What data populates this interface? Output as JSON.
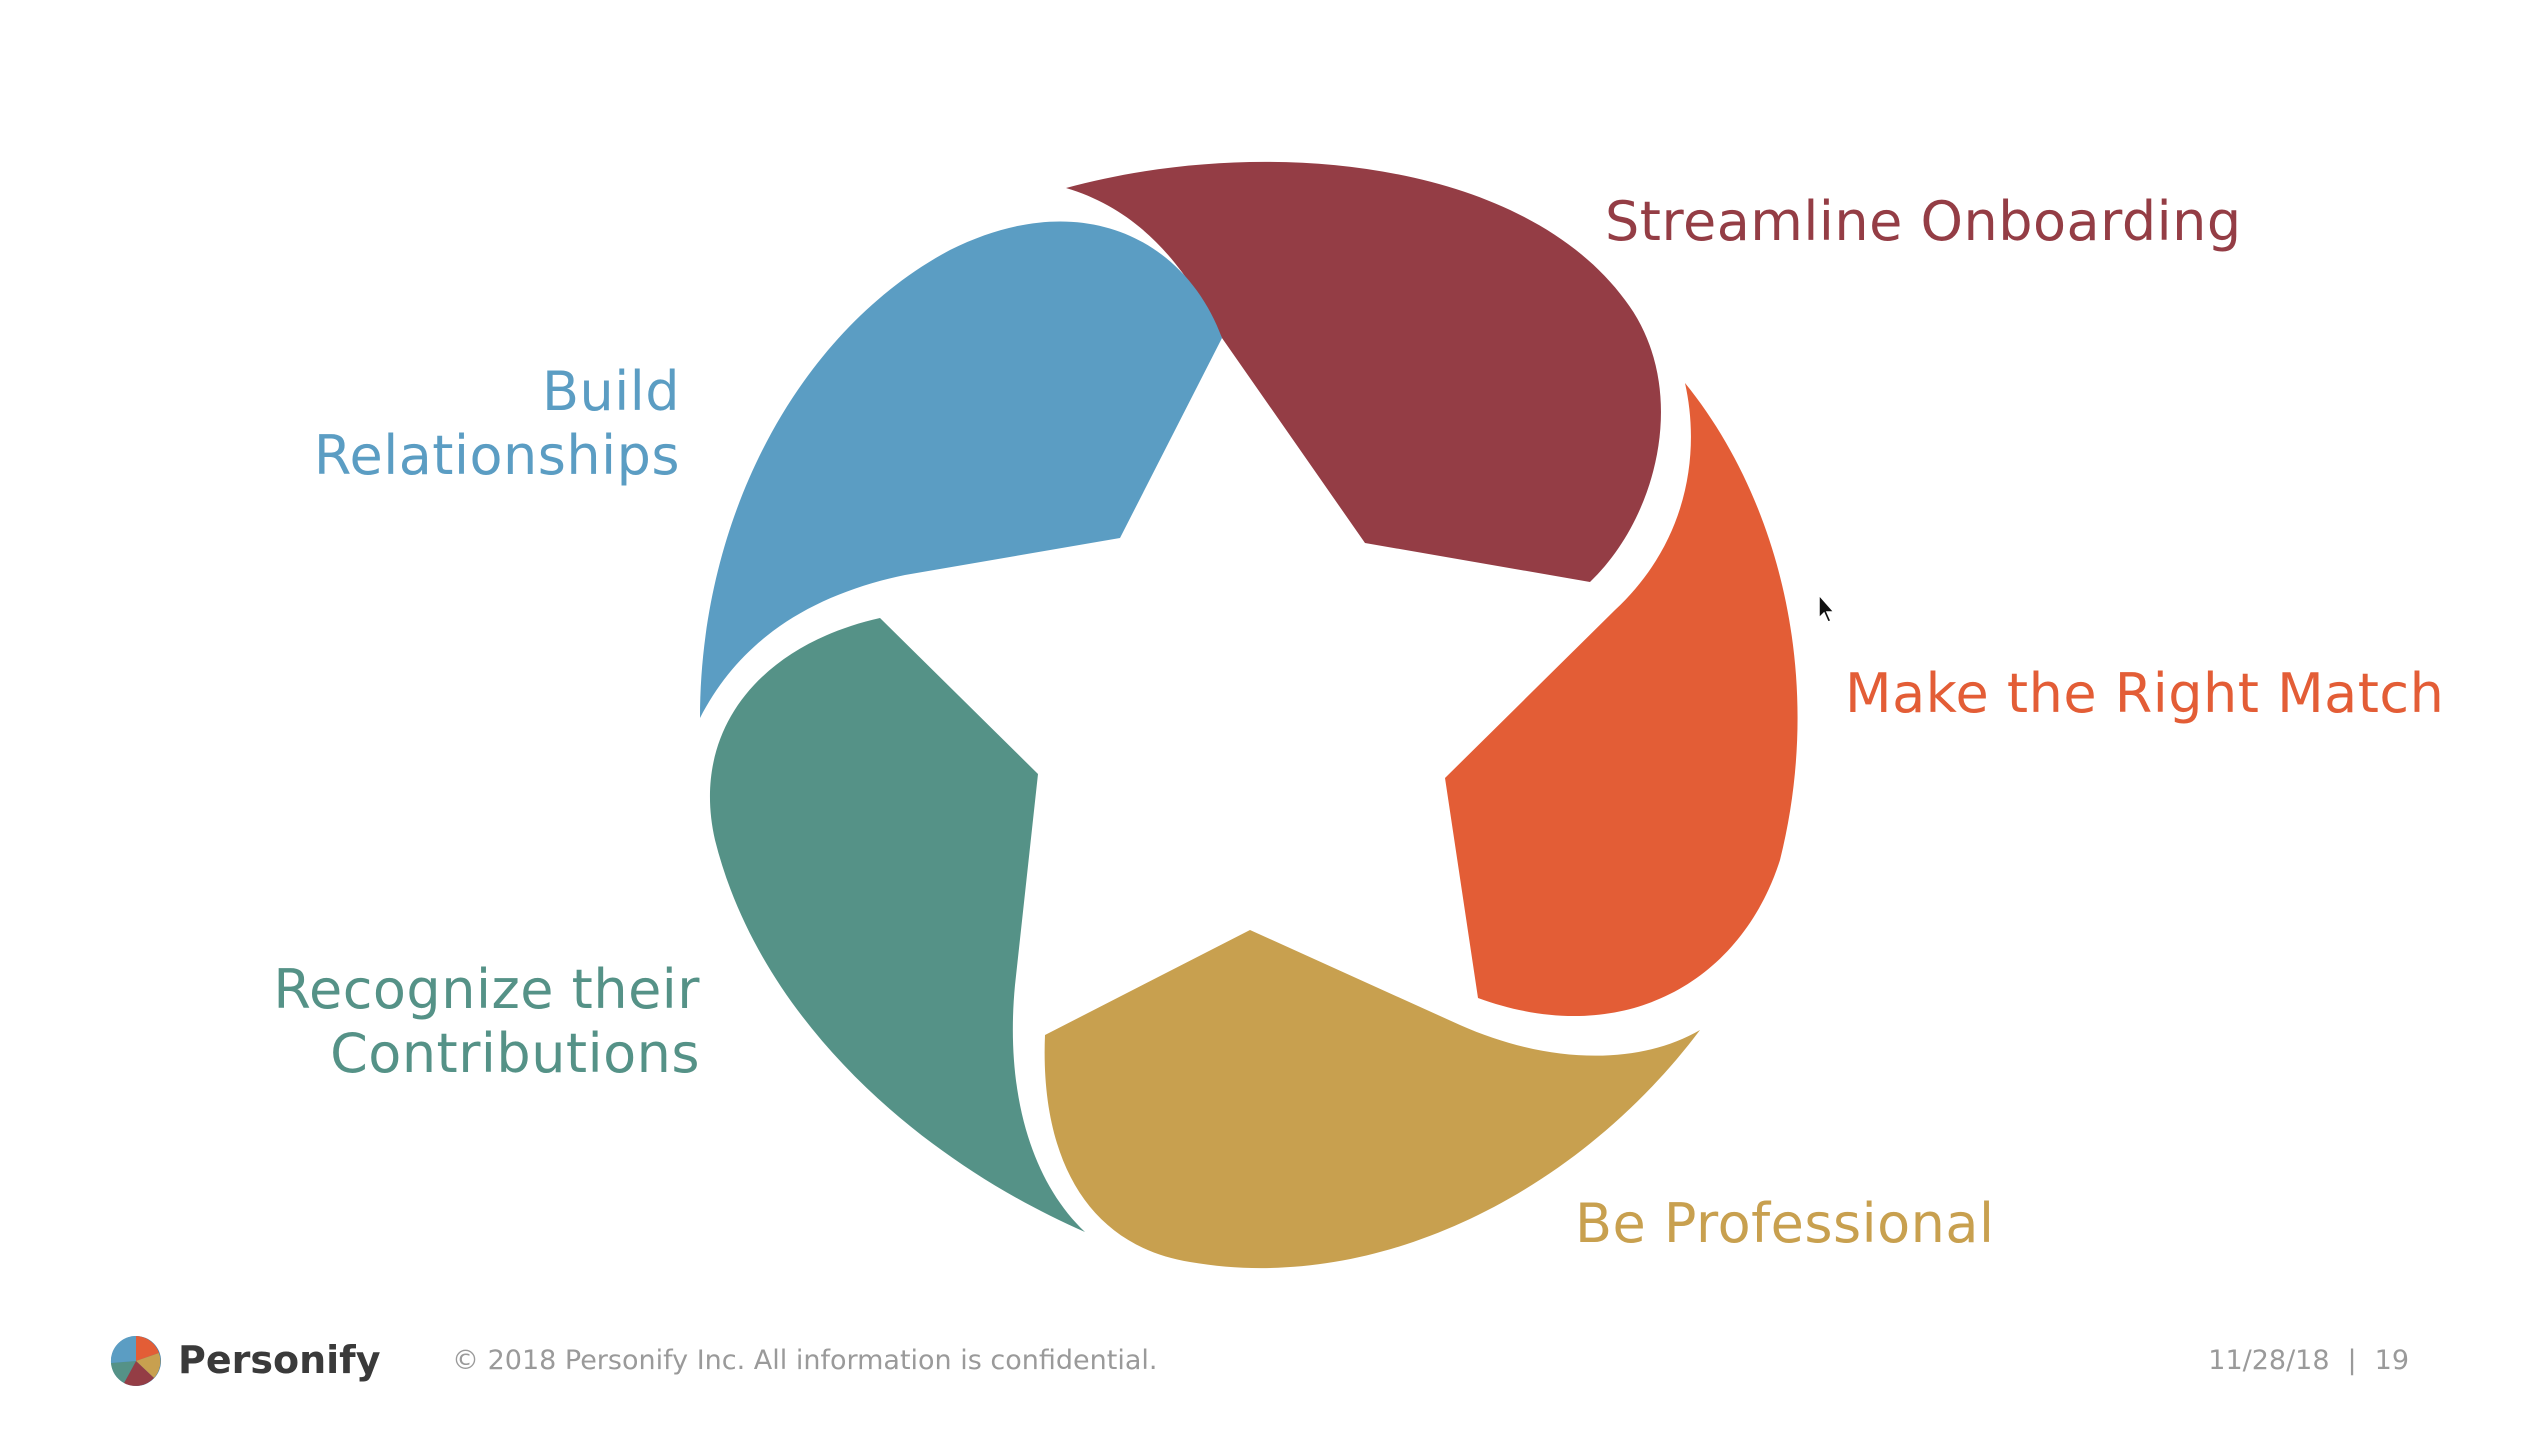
{
  "diagram": {
    "segments": [
      {
        "id": "streamline",
        "label_lines": [
          "Streamline Onboarding"
        ],
        "color": "#943d45"
      },
      {
        "id": "match",
        "label_lines": [
          "Make the Right Match"
        ],
        "color": "#e35d36"
      },
      {
        "id": "professional",
        "label_lines": [
          "Be Professional"
        ],
        "color": "#c8a04f"
      },
      {
        "id": "recognize",
        "label_lines": [
          "Recognize their",
          "Contributions"
        ],
        "color": "#559287"
      },
      {
        "id": "build",
        "label_lines": [
          "Build",
          "Relationships"
        ],
        "color": "#5b9dc3"
      }
    ]
  },
  "footer": {
    "brand": "Personify",
    "copyright": "© 2018 Personify Inc. All information is confidential.",
    "date": "11/28/18",
    "separator": "|",
    "page": "19"
  }
}
